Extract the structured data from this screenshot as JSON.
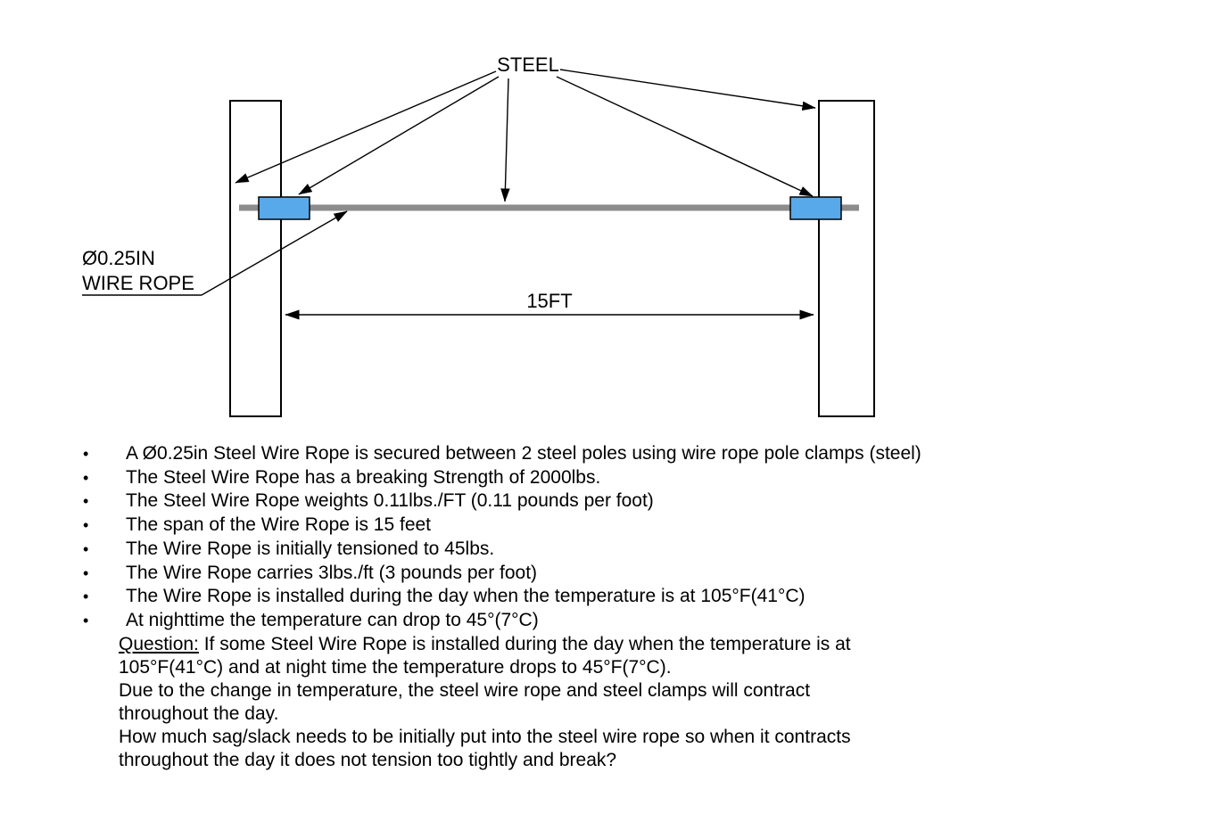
{
  "diagram": {
    "steel_label": "STEEL",
    "wire_label_line1": "Ø0.25IN",
    "wire_label_line2": "WIRE ROPE",
    "span_label": "15FT",
    "colors": {
      "clamp_fill": "#58a9ea",
      "wire_stroke": "#8c8c8c",
      "line_stroke": "#000000"
    }
  },
  "bullets": [
    "A Ø0.25in Steel Wire Rope is secured between 2 steel poles using wire rope pole clamps (steel)",
    "The Steel Wire Rope has a breaking Strength of 2000lbs.",
    "The Steel Wire Rope weights 0.11lbs./FT (0.11 pounds per foot)",
    "The span of the Wire Rope is 15 feet",
    "The Wire Rope is initially tensioned to 45lbs.",
    "The Wire Rope carries 3lbs./ft (3 pounds per foot)",
    "The Wire Rope is installed during the day when the temperature is at 105°F(41°C)",
    "At nighttime the temperature can drop to 45°(7°C)"
  ],
  "bullet_char": "•",
  "question": {
    "label": "Question:",
    "line1_rest": " If some Steel Wire Rope is installed during the day  when the temperature is at",
    "lines": [
      "105°F(41°C) and at night time the temperature drops to 45°F(7°C).",
      "Due to the change in temperature, the steel wire rope and steel clamps will contract",
      "throughout the day.",
      "How much sag/slack needs to be initially put into the steel wire rope so when it contracts",
      "throughout the day it does not tension too tightly and break?"
    ]
  }
}
